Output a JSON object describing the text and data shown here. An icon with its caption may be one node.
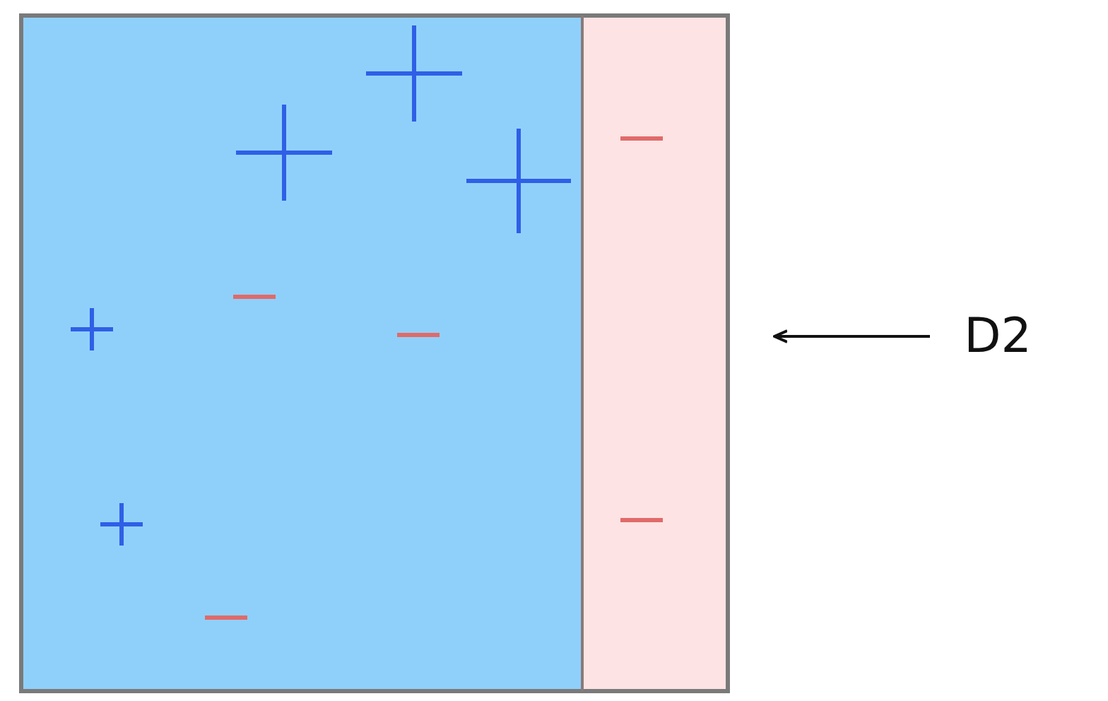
{
  "diagram": {
    "nodes": [
      {
        "text": [],
        "shape": "box"
      },
      {
        "text": [
          "D2"
        ]
      }
    ],
    "edges": [
      {
        "from": 1,
        "to": 0,
        "arrow": "to"
      }
    ]
  }
}
